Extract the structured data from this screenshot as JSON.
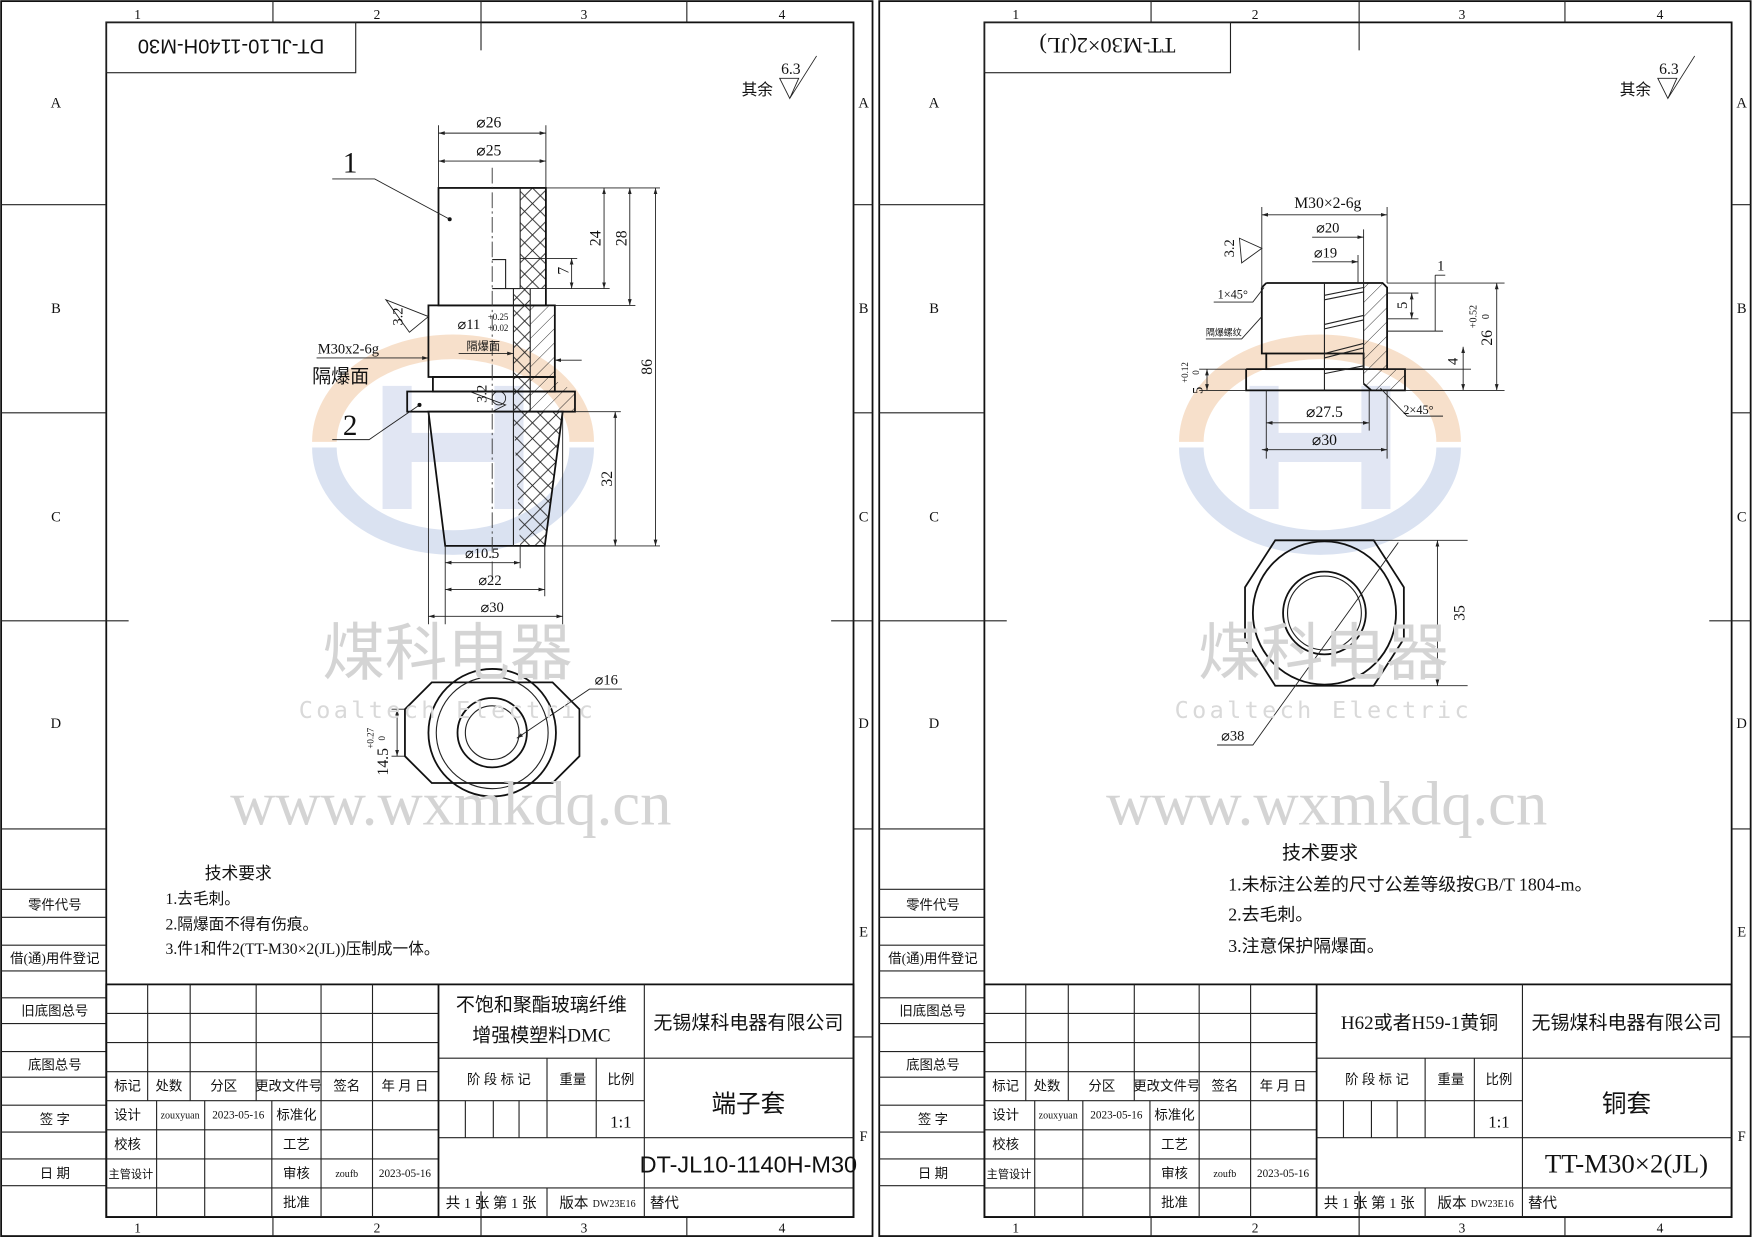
{
  "colors": {
    "line": "#111111",
    "watermark_text": "#d4d4d4",
    "logo_orange": "#f1c8a2",
    "logo_blue": "#bccbe6"
  },
  "sheets": [
    {
      "zone_columns": [
        "1",
        "2",
        "3",
        "4"
      ],
      "zone_rows": [
        "A",
        "B",
        "C",
        "D",
        "E",
        "F"
      ],
      "stamp_code": "DT-JL10-1140H-M30",
      "roughness": {
        "label": "其余",
        "value": "6.3"
      },
      "side_labels": [
        "零件代号",
        "借(通)用件登记",
        "旧底图总号",
        "底图总号",
        "签 字",
        "日 期"
      ],
      "watermark": {
        "cn": "煤科电器",
        "en": "Coaltech Electric",
        "url": "www.wxmkdq.cn"
      },
      "notes": {
        "title": "技术要求",
        "items": [
          "1.去毛刺。",
          "2.隔爆面不得有伤痕。",
          "3.件1和件2(TT-M30×2(JL))压制成一体。"
        ]
      },
      "dims": {
        "d26": "⌀26",
        "d25": "⌀25",
        "l24": "24",
        "l28": "28",
        "l7": "7",
        "l86": "86",
        "l32": "32",
        "d11": "⌀11",
        "d11_upper": "+0.25",
        "d11_lower": "+0.02",
        "gbm_small": "隔爆面",
        "thread": "M30x2-6g",
        "gbm": "隔爆面",
        "ra1": "3.2",
        "ra2": "3.2",
        "d10_5": "⌀10.5",
        "d22": "⌀22",
        "d30": "⌀30",
        "d16": "⌀16",
        "h14_5": "14.5",
        "h14_5_upper": "+0.27",
        "h14_5_lower": "0",
        "part1": "1",
        "part2": "2"
      },
      "title_block": {
        "headers": [
          "标记",
          "处数",
          "分区",
          "更改文件号",
          "签名",
          "年 月 日"
        ],
        "roles": {
          "design": "设计",
          "check": "校核",
          "chief": "主管设计",
          "standard": "标准化",
          "process": "工艺",
          "review": "审核",
          "approve": "批准"
        },
        "designer": "zouxyuan",
        "design_date": "2023-05-16",
        "reviewer": "zoufb",
        "review_date": "2023-05-16",
        "material": [
          "不饱和聚酯玻璃纤维",
          "增强模塑料DMC"
        ],
        "company": "无锡煤科电器有限公司",
        "stage_label": "阶 段 标 记",
        "weight_label": "重量",
        "scale_label": "比例",
        "scale": "1:1",
        "part_name": "端子套",
        "drawing_no": "DT-JL10-1140H-M30",
        "sheets_text": "共 1 张  第 1 张",
        "version_label": "版本",
        "version": "DW23E16",
        "replace_label": "替代"
      }
    },
    {
      "zone_columns": [
        "1",
        "2",
        "3",
        "4"
      ],
      "zone_rows": [
        "A",
        "B",
        "C",
        "D",
        "E",
        "F"
      ],
      "stamp_code": "TT-M30×2(JL)",
      "roughness": {
        "label": "其余",
        "value": "6.3"
      },
      "side_labels": [
        "零件代号",
        "借(通)用件登记",
        "旧底图总号",
        "底图总号",
        "签 字",
        "日 期"
      ],
      "watermark": {
        "cn": "煤科电器",
        "en": "Coaltech Electric",
        "url": "www.wxmkdq.cn"
      },
      "notes": {
        "title": "技术要求",
        "items": [
          "1.未标注公差的尺寸公差等级按GB/T 1804-m。",
          "2.去毛刺。",
          "3.注意保护隔爆面。"
        ]
      },
      "dims": {
        "thread": "M30×2-6g",
        "d20": "⌀20",
        "d19": "⌀19",
        "ra": "3.2",
        "chamfer1": "1×45°",
        "gblw": "隔爆螺纹",
        "l1": "1",
        "l5": "5",
        "l4": "4",
        "l26": "26",
        "l26_upper": "+0.52",
        "l26_lower": "0",
        "l5b": "5",
        "l5b_upper": "+0.12",
        "l5b_lower": "0",
        "d27_5": "⌀27.5",
        "d30": "⌀30",
        "chamfer2": "2×45°",
        "l35": "35",
        "d38": "⌀38"
      },
      "title_block": {
        "headers": [
          "标记",
          "处数",
          "分区",
          "更改文件号",
          "签名",
          "年 月 日"
        ],
        "roles": {
          "design": "设计",
          "check": "校核",
          "chief": "主管设计",
          "standard": "标准化",
          "process": "工艺",
          "review": "审核",
          "approve": "批准"
        },
        "designer": "zouxyuan",
        "design_date": "2023-05-16",
        "reviewer": "zoufb",
        "review_date": "2023-05-16",
        "material": [
          "H62或者H59-1黄铜"
        ],
        "company": "无锡煤科电器有限公司",
        "stage_label": "阶 段 标 记",
        "weight_label": "重量",
        "scale_label": "比例",
        "scale": "1:1",
        "part_name": "铜套",
        "drawing_no": "TT-M30×2(JL)",
        "sheets_text": "共 1 张  第 1 张",
        "version_label": "版本",
        "version": "DW23E16",
        "replace_label": "替代"
      }
    }
  ]
}
